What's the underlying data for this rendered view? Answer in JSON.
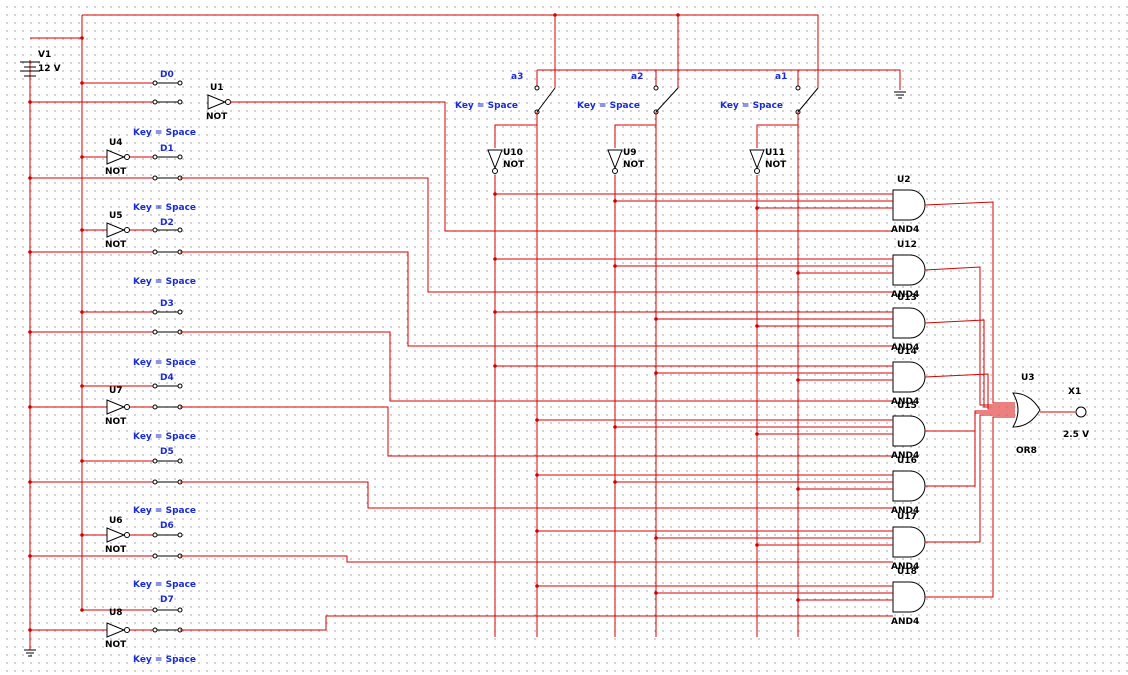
{
  "source": {
    "name": "V1",
    "value": "12 V"
  },
  "data_inputs": [
    {
      "label": "D0",
      "key": "Key = Space",
      "inverter": "U1"
    },
    {
      "label": "D1",
      "key": "Key = Space",
      "inverter": "U4"
    },
    {
      "label": "D2",
      "key": "Key = Space",
      "inverter": "U5"
    },
    {
      "label": "D3",
      "key": "Key = Space",
      "inverter": ""
    },
    {
      "label": "D4",
      "key": "Key = Space",
      "inverter": "U7"
    },
    {
      "label": "D5",
      "key": "Key = Space",
      "inverter": ""
    },
    {
      "label": "D6",
      "key": "Key = Space",
      "inverter": "U6"
    },
    {
      "label": "D7",
      "key": "Key = Space",
      "inverter": "U8"
    }
  ],
  "not_type": "NOT",
  "select_switches": [
    {
      "label": "a3",
      "key": "Key = Space",
      "inverter": "U10"
    },
    {
      "label": "a2",
      "key": "Key = Space",
      "inverter": "U9"
    },
    {
      "label": "a1",
      "key": "Key = Space",
      "inverter": "U11"
    }
  ],
  "and_gates": [
    {
      "name": "U2",
      "type": "AND4"
    },
    {
      "name": "U12",
      "type": "AND4"
    },
    {
      "name": "U13",
      "type": "AND4"
    },
    {
      "name": "U14",
      "type": "AND4"
    },
    {
      "name": "U15",
      "type": "AND4"
    },
    {
      "name": "U16",
      "type": "AND4"
    },
    {
      "name": "U17",
      "type": "AND4"
    },
    {
      "name": "U18",
      "type": "AND4"
    }
  ],
  "or_gate": {
    "name": "U3",
    "type": "OR8"
  },
  "probe": {
    "name": "X1",
    "value": "2.5 V"
  },
  "colors": {
    "wire": "#d40000",
    "key_text": "#1a2bd6",
    "component": "#000000"
  }
}
